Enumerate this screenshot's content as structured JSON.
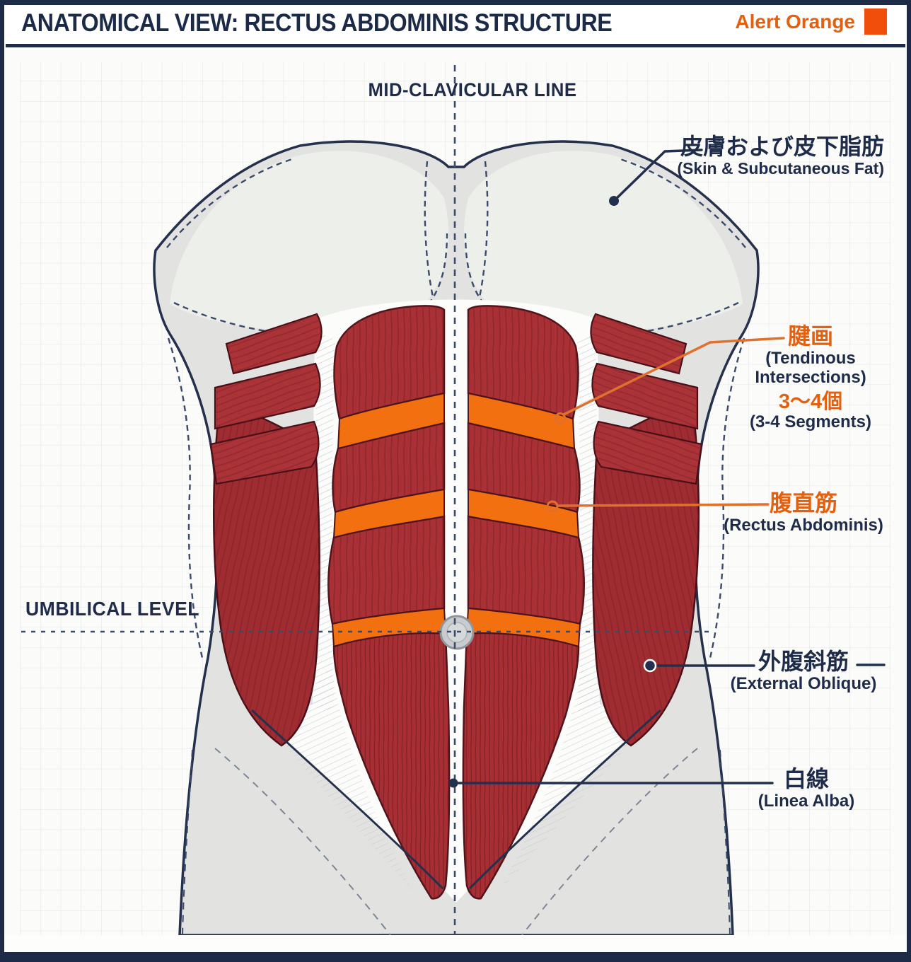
{
  "header": {
    "title": "ANATOMICAL VIEW: RECTUS ABDOMINIS STRUCTURE",
    "accent_label": "Alert Orange"
  },
  "guides": {
    "mid_clavicular": "MID-CLAVICULAR LINE",
    "umbilical": "UMBILICAL LEVEL"
  },
  "annotations": {
    "skin": {
      "jp": "皮膚および皮下脂肪",
      "en": "(Skin & Subcutaneous Fat)"
    },
    "tendinous": {
      "jp": "腱画",
      "en_line1": "(Tendinous",
      "en_line2": "Intersections)",
      "count_jp": "3〜4個",
      "count_en": "(3-4 Segments)"
    },
    "rectus": {
      "jp": "腹直筋",
      "en": "(Rectus Abdominis)"
    },
    "oblique": {
      "jp": "外腹斜筋",
      "en": "(External Oblique)"
    },
    "linea_alba": {
      "jp": "白線",
      "en": "(Linea Alba)"
    }
  },
  "colors": {
    "accent_orange": "#F04E0A",
    "label_orange": "#E2600F",
    "tendon_orange": "#F2700F",
    "navy": "#1F2C49",
    "muscle_red": "#A93136",
    "muscle_dark_red": "#9F2C31",
    "skin_gray": "#E2E3E0",
    "grid_line": "#E8E9EB"
  }
}
